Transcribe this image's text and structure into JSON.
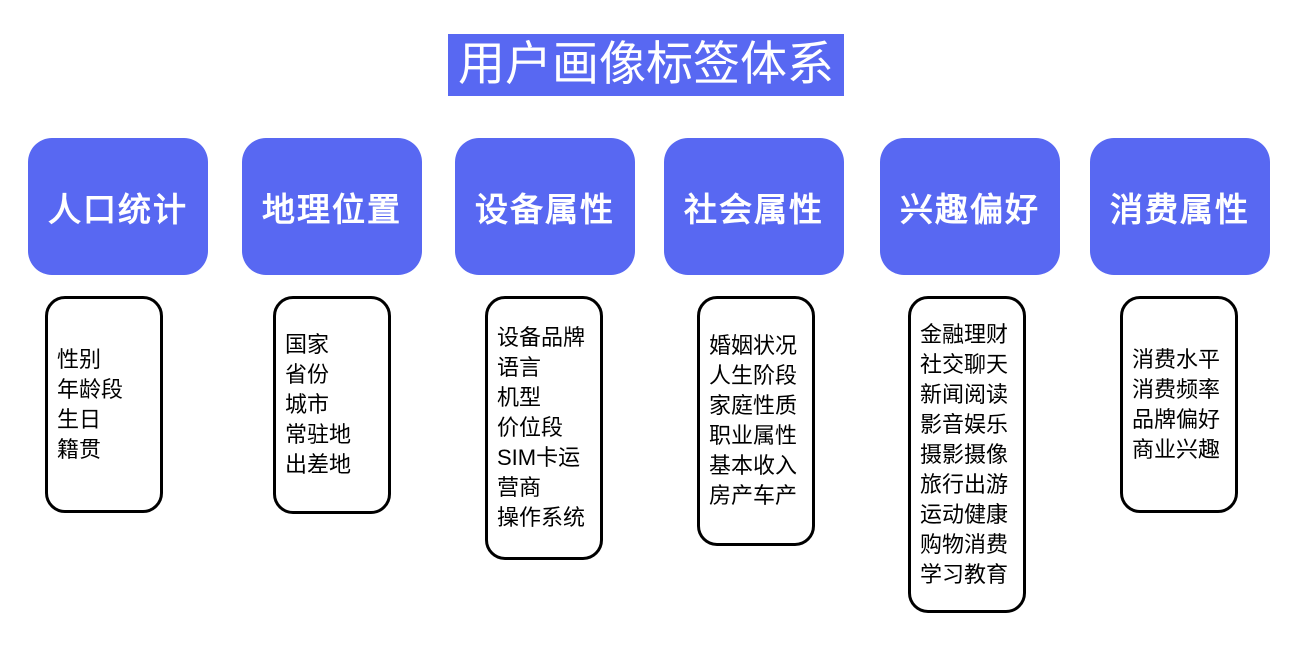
{
  "title": "用户画像标签体系",
  "colors": {
    "accent_blue": "#5868F2",
    "box_border": "#000000",
    "title_text": "#FFFFFF",
    "tag_text": "#000000"
  },
  "columns": [
    {
      "label": "人口统计",
      "lines": [
        "性别",
        "年龄段",
        "生日",
        "籍贯"
      ]
    },
    {
      "label": "地理位置",
      "lines": [
        "国家",
        "省份",
        "城市",
        "常驻地",
        "出差地"
      ]
    },
    {
      "label": "设备属性",
      "lines": [
        "设备品牌",
        "语言",
        "机型",
        "价位段",
        "SIM卡运",
        "营商",
        "操作系统"
      ]
    },
    {
      "label": "社会属性",
      "lines": [
        "婚姻状况",
        "人生阶段",
        "家庭性质",
        "职业属性",
        "基本收入",
        "房产车产"
      ]
    },
    {
      "label": "兴趣偏好",
      "lines": [
        "金融理财",
        "社交聊天",
        "新闻阅读",
        "影音娱乐",
        "摄影摄像",
        "旅行出游",
        "运动健康",
        "购物消费",
        "学习教育"
      ]
    },
    {
      "label": "消费属性",
      "lines": [
        "消费水平",
        "消费频率",
        "品牌偏好",
        "商业兴趣"
      ]
    }
  ]
}
